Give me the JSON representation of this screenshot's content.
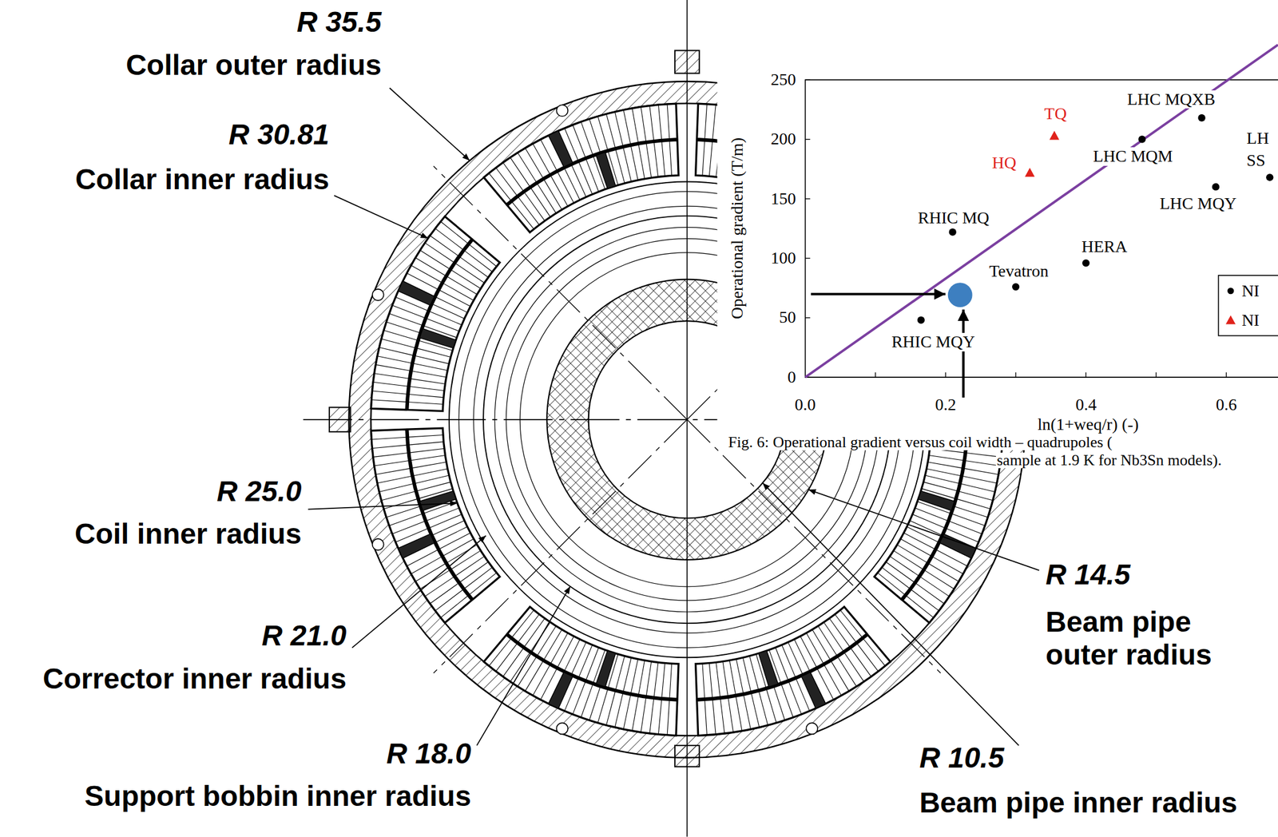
{
  "diagram": {
    "labels": [
      "R 35.5",
      "Collar outer radius",
      "R 30.81",
      "Collar inner radius",
      "R 25.0",
      "Coil inner radius",
      "R 21.0",
      "Corrector inner radius",
      "R 18.0",
      "Support bobbin inner radius",
      "R 14.5",
      "Beam pipe outer radius",
      "R 10.5",
      "Beam pipe inner radius",
      "Operational gradient (T/m)",
      "250",
      "200",
      "150",
      "100",
      "50",
      "0",
      "0.0",
      "0.2",
      "0.4",
      "0.6",
      "ln(1+weq/r) (-)",
      "LHC MQXB",
      "TQ",
      "LH",
      "LHC MQM",
      "HQ",
      "SS",
      "LHC MQY",
      "RHIC MQ",
      "HERA",
      "Tevatron",
      "RHIC MQY",
      "Fig. 6: Operational gradient versus coil width – quadrupoles (",
      "sample at 1.9 K for Nb3Sn models)."
    ],
    "legend": [
      {
        "text": "NI"
      },
      {
        "text": "NI"
      }
    ]
  }
}
